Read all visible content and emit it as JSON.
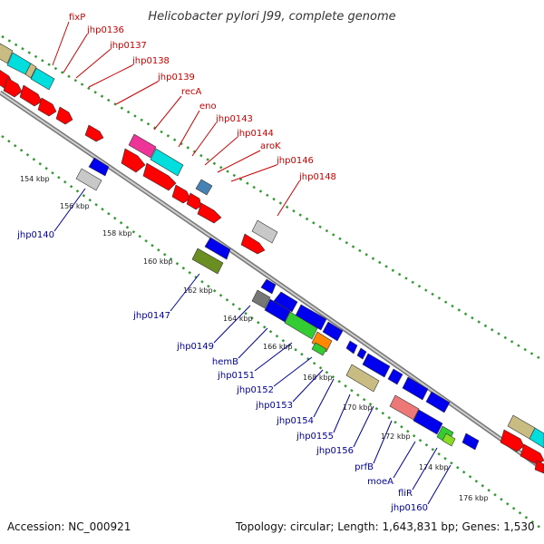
{
  "title": "Helicobacter pylori J99, complete genome",
  "footer": {
    "accession": "Accession: NC_000921",
    "topology": "Topology: circular; Length: 1,643,831 bp; Genes: 1,530"
  },
  "colors": {
    "forward_label": "#cc0000",
    "reverse_label": "#000099",
    "backbone": "#888888",
    "dotted_track": "#339933",
    "gene_forward": "#ff0000",
    "gene_reverse": "#0000ee",
    "gene_unknown": "#c8c8c8",
    "gene_tan": "#c8bc82",
    "gene_cyan": "#00dddd",
    "gene_magenta": "#ee3399",
    "gene_steel": "#4682b4",
    "gene_olive": "#6b8e23",
    "gene_green": "#33cc33",
    "gene_orange": "#ff8800",
    "gene_salmon": "#ee7777",
    "gene_lime": "#88dd22",
    "gene_grey": "#777777"
  },
  "scale_labels": [
    "154 kbp",
    "156 kbp",
    "158 kbp",
    "160 kbp",
    "162 kbp",
    "164 kbp",
    "166 kbp",
    "168 kbp",
    "170 kbp",
    "172 kbp",
    "174 kbp",
    "176 kbp"
  ],
  "forward_gene_labels": [
    "fixP",
    "jhp0136",
    "jhp0137",
    "jhp0138",
    "jhp0139",
    "recA",
    "eno",
    "jhp0143",
    "jhp0144",
    "aroK",
    "jhp0146",
    "jhp0148"
  ],
  "reverse_gene_labels": [
    "jhp0140",
    "jhp0147",
    "jhp0149",
    "hemB",
    "jhp0151",
    "jhp0152",
    "jhp0153",
    "jhp0154",
    "jhp0155",
    "jhp0156",
    "prfB",
    "moeA",
    "fliR",
    "jhp0160"
  ]
}
